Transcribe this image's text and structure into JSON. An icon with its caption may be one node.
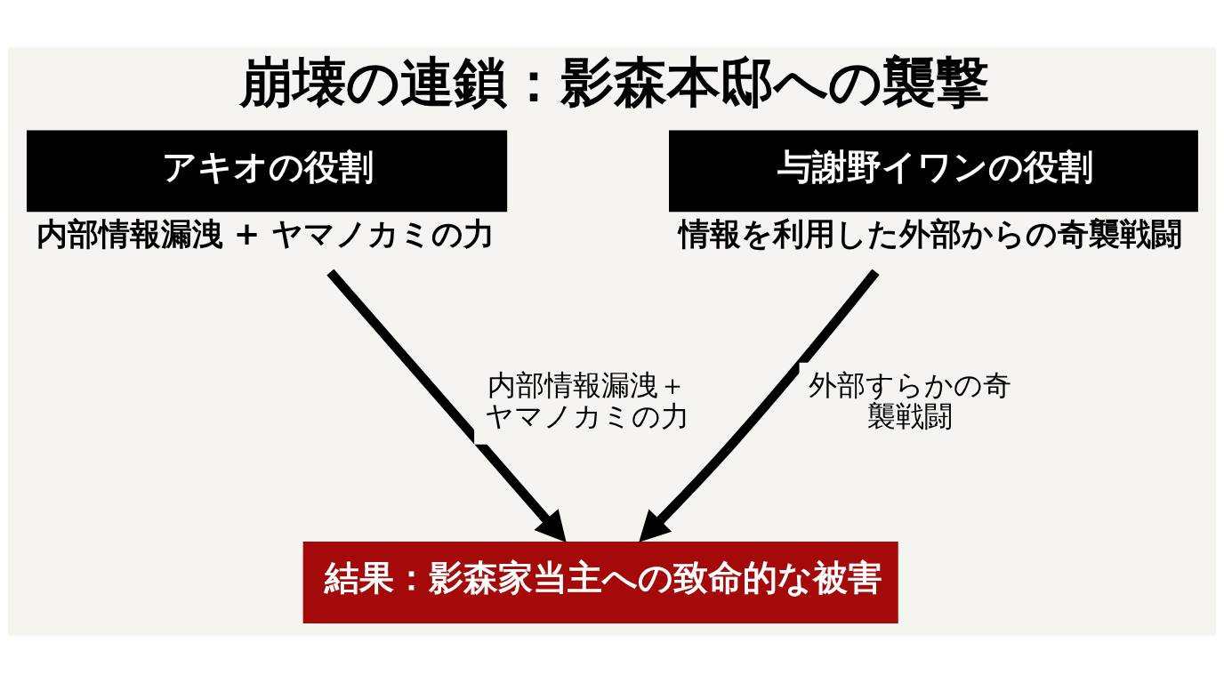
{
  "diagram": {
    "title": "崩壊の連鎖：影森本邸への襲撃",
    "nodes": [
      {
        "text": [
          "アキオの役割"
        ],
        "beside": [
          "内部情報漏洩 + ヤマノカミの力"
        ]
      },
      {
        "text": [
          "与謝野イワンの役割"
        ],
        "beside": [
          "情報を利用した外部からの奇襲戦闘"
        ]
      },
      {
        "text": [
          "結果：影森家当主への致命的な被害"
        ]
      }
    ],
    "edges": [
      {
        "from": 0,
        "to": 2,
        "arrow": "to",
        "label": "内部情報漏洩＋ヤマノカミの力"
      },
      {
        "from": 1,
        "to": 2,
        "arrow": "to",
        "label": "外部すらかの奇襲戦闘"
      }
    ]
  }
}
